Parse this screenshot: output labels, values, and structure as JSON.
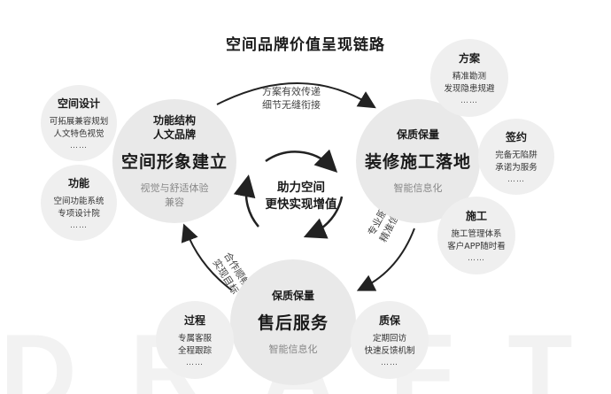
{
  "title": "空间品牌价值呈现链路",
  "watermark": "DRAFTE",
  "center": {
    "line1": "助力空间",
    "line2": "更快实现增值"
  },
  "left_big": {
    "sub1": "功能结构",
    "sub2": "人文品牌",
    "main": "空间形象建立",
    "foot1": "视觉与舒适体验",
    "foot2": "兼容"
  },
  "right_big": {
    "sub": "保质保量",
    "main": "装修施工落地",
    "foot": "智能信息化"
  },
  "bottom_big": {
    "sub": "保质保量",
    "main": "售后服务",
    "foot": "智能信息化"
  },
  "small": {
    "space_design": {
      "head": "空间设计",
      "line1": "可拓展兼容规划",
      "line2": "人文特色视觉",
      "dots": "……"
    },
    "function": {
      "head": "功能",
      "line1": "空间功能系统",
      "line2": "专项设计院",
      "dots": "……"
    },
    "plan": {
      "head": "方案",
      "line1": "精准勘测",
      "line2": "发现隐患规避",
      "dots": "……"
    },
    "sign": {
      "head": "签约",
      "line1": "完备无陷阱",
      "line2": "承诺为服务",
      "dots": "……"
    },
    "construct": {
      "head": "施工",
      "line1": "施工管理体系",
      "line2": "客户APP随时看",
      "dots": "……"
    },
    "quality": {
      "head": "质保",
      "line1": "定期回访",
      "line2": "快速反馈机制",
      "dots": "……"
    },
    "process": {
      "head": "过程",
      "line1": "专属客服",
      "line2": "全程跟踪",
      "dots": "……"
    }
  },
  "arrows": {
    "top_line1": "方案有效传递",
    "top_line2": "细节无缝衔接",
    "right_line1": "专业服务",
    "right_line2": "精准信任",
    "left_line1": "合作顺畅",
    "left_line2": "实现目标"
  }
}
